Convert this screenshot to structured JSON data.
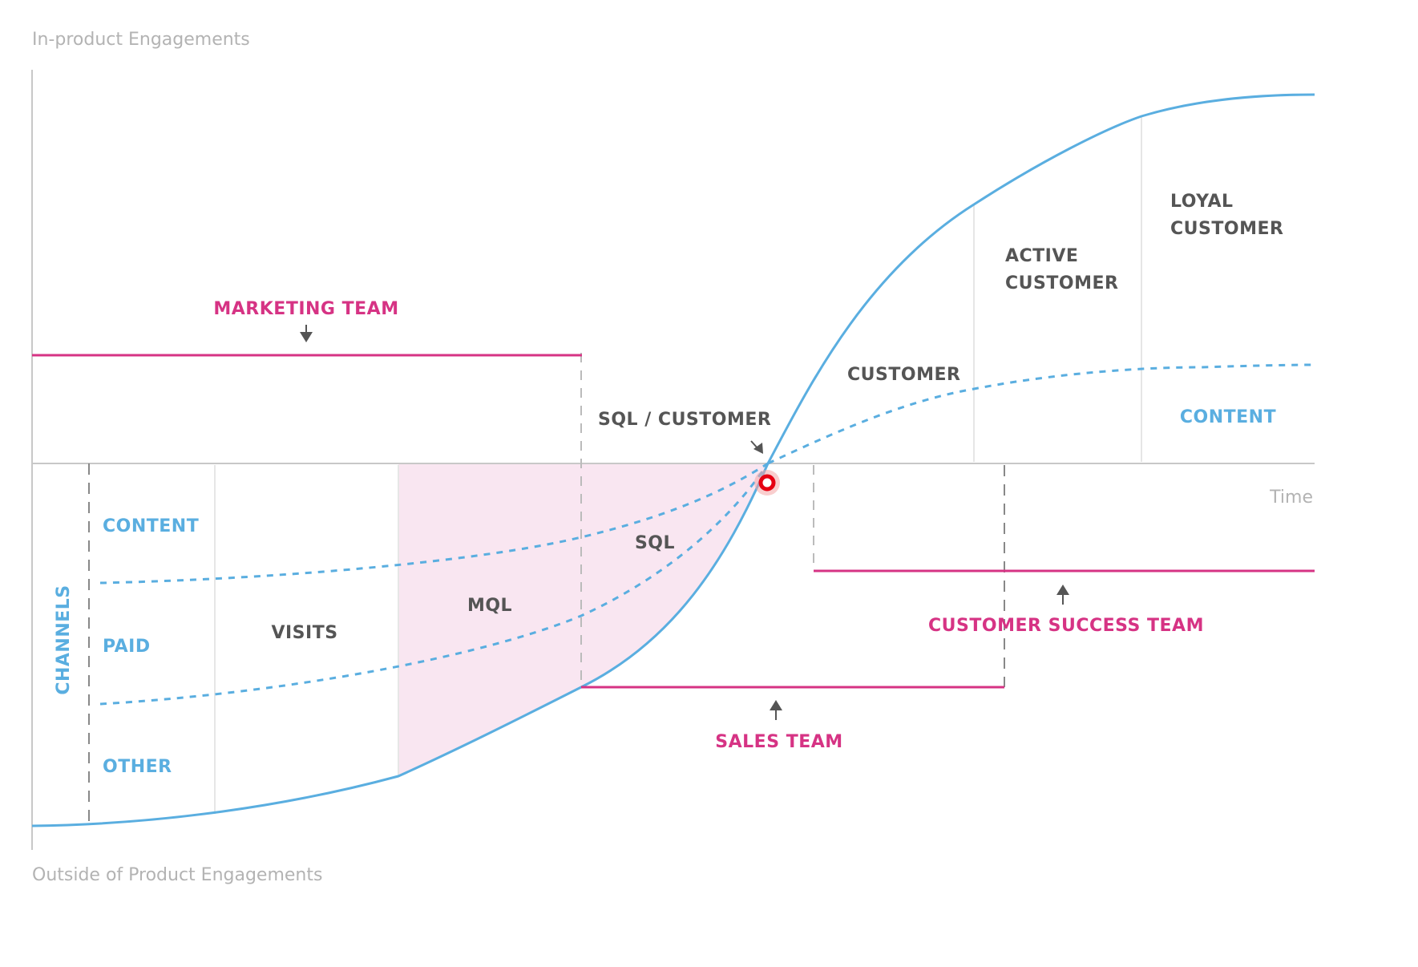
{
  "diagram": {
    "y_axis_top_caption": "In-product Engagements",
    "y_axis_bottom_caption": "Outside of Product Engagements",
    "x_axis_caption": "Time",
    "channels_title": "CHANNELS",
    "channels": {
      "content": "CONTENT",
      "paid": "PAID",
      "other": "OTHER"
    },
    "stages": {
      "visits": "VISITS",
      "mql": "MQL",
      "sql": "SQL",
      "sql_customer": "SQL / CUSTOMER",
      "customer": "CUSTOMER",
      "active_customer_line1": "ACTIVE",
      "active_customer_line2": "CUSTOMER",
      "loyal_customer_line1": "LOYAL",
      "loyal_customer_line2": "CUSTOMER",
      "content_upper": "CONTENT"
    },
    "teams": {
      "marketing": "MARKETING TEAM",
      "sales": "SALES TEAM",
      "customer_success": "CUSTOMER SUCCESS TEAM"
    },
    "colors": {
      "curve_blue": "#5aaee0",
      "team_magenta": "#d63384",
      "stage_gray": "#555555",
      "caption_gray": "#b3b3b3",
      "mql_highlight": "#f9e6f1",
      "marker_red": "#e60012"
    }
  }
}
